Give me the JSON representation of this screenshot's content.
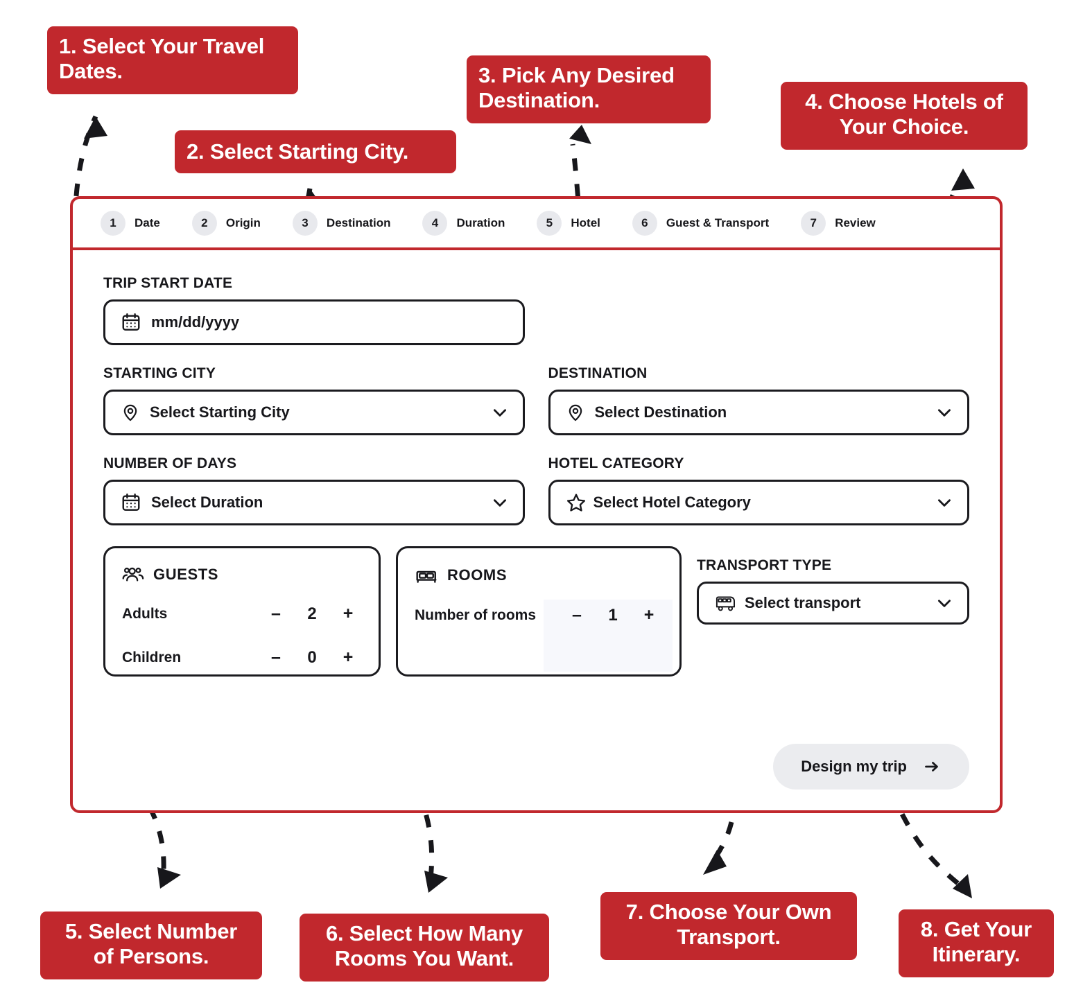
{
  "theme": {
    "accent_red": "#C1282D",
    "ink": "#17171B",
    "chip_gray": "#E8E9ED",
    "button_gray": "#EBECEF",
    "tint": "#F7F8FC"
  },
  "callouts": [
    {
      "id": "c1",
      "text": "1. Select Your Travel\nDates."
    },
    {
      "id": "c2",
      "text": "2. Select Starting City."
    },
    {
      "id": "c3",
      "text": "3. Pick Any Desired\nDestination."
    },
    {
      "id": "c4",
      "text": "4. Choose Hotels of\nYour Choice."
    },
    {
      "id": "c5",
      "text": "5. Select Number\nof Persons."
    },
    {
      "id": "c6",
      "text": "6. Select How Many\nRooms You Want."
    },
    {
      "id": "c7",
      "text": "7. Choose Your Own\nTransport."
    },
    {
      "id": "c8",
      "text": "8. Get Your\nItinerary."
    }
  ],
  "stepper": {
    "steps": [
      {
        "num": "1",
        "label": "Date"
      },
      {
        "num": "2",
        "label": "Origin"
      },
      {
        "num": "3",
        "label": "Destination"
      },
      {
        "num": "4",
        "label": "Duration"
      },
      {
        "num": "5",
        "label": "Hotel"
      },
      {
        "num": "6",
        "label": "Guest & Transport"
      },
      {
        "num": "7",
        "label": "Review"
      }
    ]
  },
  "form": {
    "trip_start_date": {
      "label": "TRIP START DATE",
      "placeholder": "mm/dd/yyyy",
      "icon": "calendar-icon"
    },
    "starting_city": {
      "label": "STARTING CITY",
      "placeholder": "Select Starting City",
      "icon": "map-pin-icon"
    },
    "destination": {
      "label": "DESTINATION",
      "placeholder": "Select Destination",
      "icon": "map-pin-icon"
    },
    "number_of_days": {
      "label": "NUMBER OF DAYS",
      "placeholder": "Select Duration",
      "icon": "calendar-icon"
    },
    "hotel_category": {
      "label": "HOTEL CATEGORY",
      "placeholder": "Select Hotel Category",
      "icon": "star-icon"
    },
    "transport_type": {
      "label": "TRANSPORT TYPE",
      "placeholder": "Select transport",
      "icon": "bus-icon"
    },
    "guests": {
      "title": "GUESTS",
      "icon": "people-icon",
      "rows": [
        {
          "name": "Adults",
          "minus": "–",
          "value": "2",
          "plus": "+"
        },
        {
          "name": "Children",
          "minus": "–",
          "value": "0",
          "plus": "+"
        }
      ]
    },
    "rooms": {
      "title": "ROOMS",
      "icon": "bed-icon",
      "rows": [
        {
          "name": "Number of rooms",
          "minus": "–",
          "value": "1",
          "plus": "+"
        }
      ]
    },
    "submit": {
      "label": "Design my trip",
      "icon": "arrow-right-icon"
    }
  }
}
